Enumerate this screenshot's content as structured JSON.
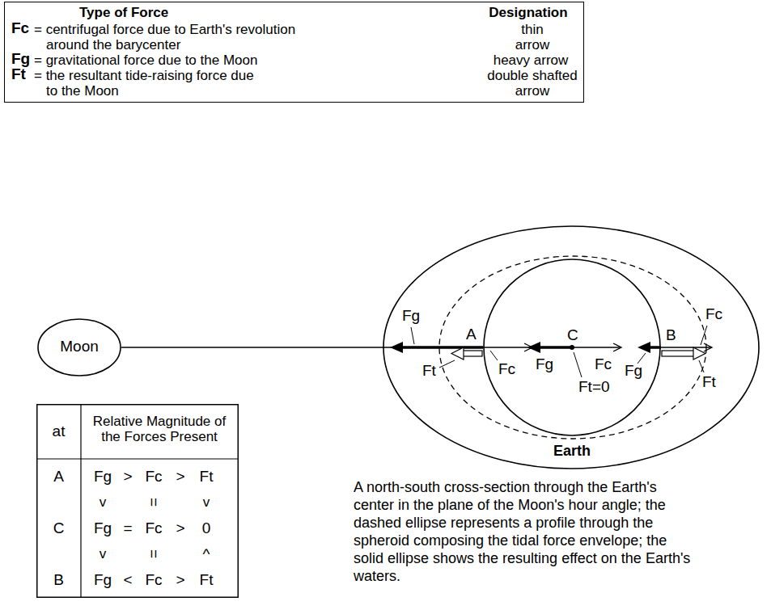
{
  "diagram": {
    "caption": "A north-south cross-section through the Earth's center in the plane of the Moon's hour angle; the dashed ellipse represents a profile through the spheroid composing the tidal force envelope; the solid ellipse shows the resulting effect on the Earth's waters.",
    "nodes": [
      {
        "text": [
          "Type of Force",
          "Designation",
          "Fc",
          "= centrifugal force due to Earth's revolution around the barycenter",
          "thin arrow",
          "Fg",
          "= gravitational force due to the Moon",
          "heavy arrow",
          "Ft",
          "= the resultant tide-raising force due to the Moon",
          "double shafted arrow"
        ]
      },
      {
        "text": [
          "Moon"
        ]
      },
      {
        "text": [
          "Earth"
        ]
      },
      {
        "text": [
          "at",
          "Relative Magnitude of the Forces Present",
          "A",
          "Fg",
          ">",
          "Fc",
          ">",
          "Ft",
          "v",
          "=",
          "v",
          "C",
          "Fg",
          "=",
          "Fc",
          ">",
          "0",
          "v",
          "=",
          "^",
          "B",
          "Fg",
          "<",
          "Fc",
          ">",
          "Ft"
        ]
      }
    ],
    "edges": [
      {
        "from": 1,
        "to": 2,
        "arrow": "none"
      }
    ],
    "labels": [
      "Fg",
      "A",
      "C",
      "B",
      "Fc",
      "Fg",
      "Fc",
      "Fc",
      "Ft",
      "Fg",
      "Ft=0",
      "Ft"
    ]
  }
}
